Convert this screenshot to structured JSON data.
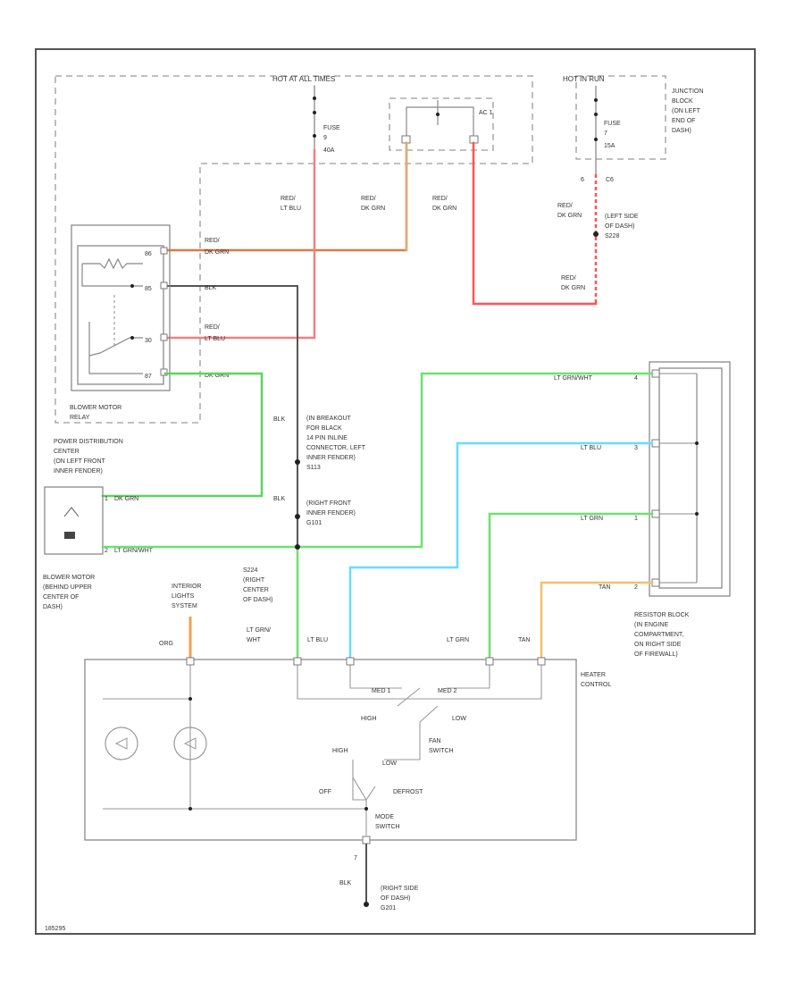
{
  "colors": {
    "dk_grn": "#5fd35f",
    "lt_grn": "#6fe06f",
    "lt_blu": "#66ddff",
    "red_lt_blu": "#f08080",
    "red_dk_grn": "#e07840",
    "red_dk_grn_2": "#d8b080",
    "red": "#ff5555",
    "blk": "#555555",
    "tan": "#f0c070",
    "org": "#f0a050",
    "gray": "#aaaaaa"
  },
  "labels": {
    "hot_at_all_times": "HOT AT ALL TIMES",
    "hot_in_run": "HOT IN RUN",
    "fuse_left": "FUSE",
    "fuse_left_num": "9",
    "fuse_left_amp": "40A",
    "fuse_right": "FUSE",
    "fuse_right_num": "7",
    "fuse_right_amp": "15A",
    "relay_ac": "AC 1",
    "junction_block": [
      "JUNCTION",
      "BLOCK",
      "(ON LEFT",
      "END OF",
      "DASH)"
    ],
    "c6_pin": "6",
    "c6": "C6",
    "s228": [
      "(LEFT SIDE",
      "OF DASH)",
      "S228"
    ],
    "wire_red_lt_blu_1": [
      "RED/",
      "LT BLU"
    ],
    "wire_red_dk_grn_1": [
      "RED/",
      "DK GRN"
    ],
    "wire_red_dk_grn_2": [
      "RED/",
      "DK GRN"
    ],
    "wire_red_dk_grn_3": [
      "RED/",
      "DK GRN"
    ],
    "wire_red_dk_grn_4": [
      "RED/",
      "DK GRN"
    ],
    "pdc_pin_86": "86",
    "pdc_pin_85": "85",
    "pdc_pin_30": "30",
    "pdc_pin_87": "87",
    "pdc_wire_red_dk_grn": [
      "RED/",
      "DK GRN"
    ],
    "pdc_wire_blk": "BLK",
    "pdc_wire_red_lt_blu": [
      "RED/",
      "LT BLU"
    ],
    "pdc_wire_dk_grn": "DK GRN",
    "blower_relay": [
      "BLOWER MOTOR",
      "RELAY"
    ],
    "pdc": [
      "POWER DISTRIBUTION",
      "CENTER",
      "(ON LEFT FRONT",
      "INNER FENDER)"
    ],
    "breakout": [
      "(IN BREAKOUT",
      "FOR BLACK",
      "14 PIN INLINE",
      "CONNECTOR, LEFT",
      "INNER FENDER)",
      "S113"
    ],
    "blk_1": "BLK",
    "blk_2": "BLK",
    "g101": [
      "(RIGHT FRONT",
      "INNER FENDER)",
      "G101"
    ],
    "motor_pin_1": "1",
    "motor_pin_2": "2",
    "motor_wire_dk_grn": "DK GRN",
    "motor_wire_lt_grn_wht": "LT GRN/WHT",
    "blower_motor": [
      "BLOWER MOTOR",
      "(BEHIND UPPER",
      "CENTER OF",
      "DASH)"
    ],
    "s224": [
      "S224",
      "(RIGHT",
      "CENTER",
      "OF DASH)"
    ],
    "interior_lights": [
      "INTERIOR",
      "LIGHTS",
      "SYSTEM"
    ],
    "org": "ORG",
    "lt_grn_wht": [
      "LT GRN/",
      "WHT"
    ],
    "lt_blu_hc": "LT BLU",
    "lt_grn_hc": "LT GRN",
    "tan_hc": "TAN",
    "heater_control": [
      "HEATER",
      "CONTROL"
    ],
    "rb_lt_grn_wht": "LT GRN/WHT",
    "rb_lt_blu": "LT BLU",
    "rb_lt_grn": "LT GRN",
    "rb_tan": "TAN",
    "rb_pin_4": "4",
    "rb_pin_3": "3",
    "rb_pin_1": "1",
    "rb_pin_2": "2",
    "resistor_block": [
      "RESISTOR BLOCK",
      "(IN ENGINE",
      "COMPARTMENT,",
      "ON RIGHT SIDE",
      "OF FIREWALL)"
    ],
    "med1": "MED 1",
    "med2": "MED 2",
    "high": "HIGH",
    "low": "LOW",
    "fan_switch": [
      "FAN",
      "SWITCH"
    ],
    "mode_high": "HIGH",
    "mode_low": "LOW",
    "mode_off": "OFF",
    "mode_defrost": "DEFROST",
    "mode_switch": [
      "MODE",
      "SWITCH"
    ],
    "pin_7": "7",
    "blk_g": "BLK",
    "g201": [
      "(RIGHT SIDE",
      "OF DASH)",
      "G201"
    ],
    "fig_code": "185295"
  }
}
